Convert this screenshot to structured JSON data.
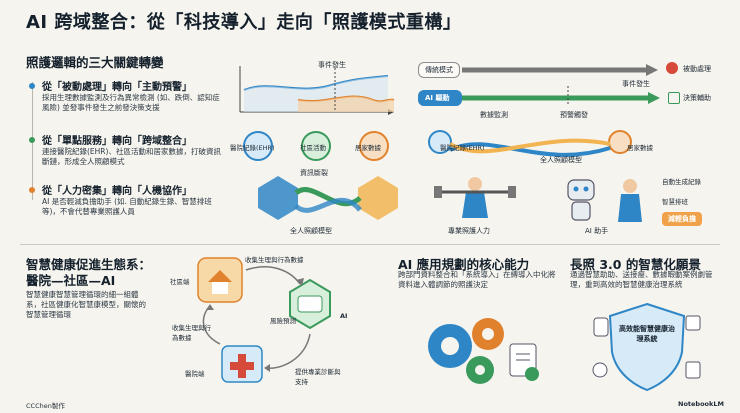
{
  "title": "AI 跨域整合：從「科技導入」走向「照護模式重構」",
  "left_section": {
    "heading": "照護邏輯的三大關鍵轉變",
    "items": [
      {
        "title": "從「被動處理」轉向「主動預警」",
        "desc": "採用生理數據監測及行為異常檢測 (如、跌倒、認知症風險) 並發事件發生之前發決策支援",
        "color": "#2f86c6"
      },
      {
        "title": "從「單點服務」轉向「跨域整合」",
        "desc": "連接醫院紀錄(EHR)、社區活動和居家數據，打破資訊斷鏈，形成全人照顧模式",
        "color": "#3a9a5c"
      },
      {
        "title": "從「人力密集」轉向「人機協作」",
        "desc": "AI 是否輕減負擔助手 (如. 自動紀錄生錄、智慧排班等)，不會代替專業照護人員",
        "color": "#e0822d"
      }
    ]
  },
  "diagram1": {
    "event_label": "事件發生"
  },
  "diagram2": {
    "nodes": [
      "醫院紀錄(EHR)",
      "社區活動",
      "居家數據"
    ],
    "caption_top": "資訊斷裂",
    "caption_bottom": "全人照顧模型"
  },
  "diagram3": {
    "traditional": "傳統模式",
    "ai_driven": "AI 驅動",
    "passive": "被動處理",
    "event": "事件發生",
    "data_monitor": "數據監測",
    "warning": "預警觸發",
    "decision": "決策輔助"
  },
  "diagram4": {
    "nodes": [
      "醫院紀錄(EHR)",
      "居家數據"
    ],
    "caption": "全人照顧模型"
  },
  "diagram5": {
    "caption_left": "專業照護人力",
    "ai_items": [
      "自動生成紀錄",
      "智慧排班"
    ],
    "badge": "減輕負擔",
    "ai_helper": "AI 助手"
  },
  "ecosystem": {
    "heading_line1": "智慧健康促進生態系：",
    "heading_line2": "醫院—社區—AI",
    "desc": "智慧健康智慧管理循環的細一組體系，社區健康化智慧康模型，關懷的智慧管理循環",
    "labels": {
      "community": "社區端",
      "collect": "收集生理與行為數據",
      "risk": "風險預測",
      "ai": "AI",
      "collect2": "收集生理與行為數據",
      "hospital": "醫院端",
      "support": "提供專業診斷與支持"
    }
  },
  "ai_capability": {
    "heading": "AI 應用規劃的核心能力",
    "desc": "跨部門資料整合和「系統導入」在縛導入中化將資料進入體調節的照護決定"
  },
  "ltc": {
    "heading": "長照 3.0 的智慧化願景",
    "desc": "通過智慧助助、送接瘦、數據暇動案例劇管理，重到高效的智慧健康治理系統",
    "shield_text": "高效能智慧健康治理系統"
  },
  "footer": {
    "left": "CCChen製作",
    "right": "NotebookLM"
  }
}
